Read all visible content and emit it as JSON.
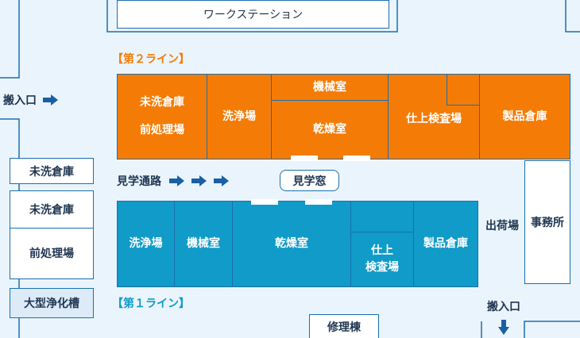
{
  "workstation": "ワークステーション",
  "line2": {
    "title": "【第２ライン】",
    "rooms": {
      "unwashed_warehouse": "未洗倉庫",
      "preprocessing": "前処理場",
      "washing": "洗浄場",
      "machine_room": "機械室",
      "drying_room": "乾燥室",
      "finishing_inspection": "仕上検査場",
      "product_warehouse": "製品倉庫"
    }
  },
  "tour": {
    "passage": "見学通路",
    "window": "見学窓"
  },
  "line1": {
    "title": "【第１ライン】",
    "rooms": {
      "washing": "洗浄場",
      "machine_room": "機械室",
      "drying_room": "乾燥室",
      "finishing_line1": "仕上",
      "finishing_line2": "検査場",
      "product_warehouse": "製品倉庫"
    }
  },
  "left_column": {
    "unwashed_warehouse": "未洗倉庫",
    "unwashed_warehouse_2": "未洗倉庫",
    "preprocessing": "前処理場",
    "septic_tank": "大型浄化槽"
  },
  "right": {
    "shipping": "出荷場",
    "office": "事務所"
  },
  "entrances": {
    "left": "搬入口",
    "bottom_right": "搬入口"
  },
  "repair_building": "修理棟",
  "colors": {
    "line2": "#f47c06",
    "line1": "#109bc8",
    "border": "#1a6fb0",
    "background": "#eaf4fc",
    "arrow": "#1a5fa6"
  }
}
